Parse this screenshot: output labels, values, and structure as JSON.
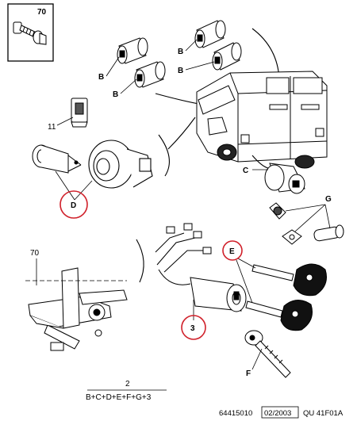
{
  "inset": {
    "label": "70"
  },
  "callouts": {
    "B1": "B",
    "B2": "B",
    "B3": "B",
    "B4": "B",
    "c11": "11",
    "C": "C",
    "D": "D",
    "G": "G",
    "c70": "70",
    "E": "E",
    "c3": "3",
    "F": "F"
  },
  "formula": {
    "count": "2",
    "text": "B+C+D+E+F+G+3"
  },
  "footer": {
    "ref": "64415010",
    "date": "02/2003",
    "code": "QU 41F01A"
  },
  "colors": {
    "highlight": "#d0202a",
    "line": "#000000"
  }
}
